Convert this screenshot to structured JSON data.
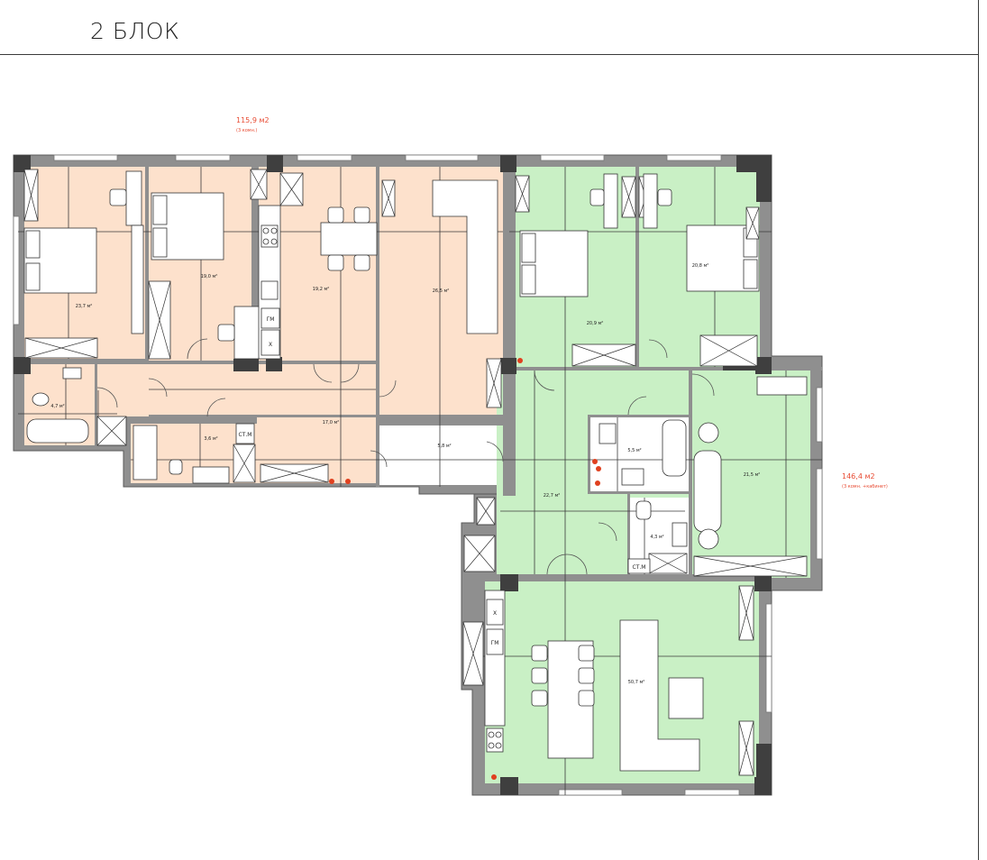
{
  "block_title": "2 БЛОК",
  "colors": {
    "apartment_a": "#fde1cc",
    "apartment_b": "#c9f0c5",
    "wall": "#8f8f8f",
    "column": "#3f3f3f",
    "area_label": "#e84b33",
    "dim_line": "#3a3a3a",
    "furniture": "#ffffff"
  },
  "apartments": [
    {
      "id": "a",
      "area": "115,9 м2",
      "note": "(3 комн.)"
    },
    {
      "id": "b",
      "area": "146,4 м2",
      "note": "(3 комн. +кабинет)"
    }
  ],
  "rooms": [
    {
      "id": "a-bed1",
      "area": "23,7 м²"
    },
    {
      "id": "a-bed2",
      "area": "19,0 м²"
    },
    {
      "id": "a-kitchen",
      "area": "19,2 м²"
    },
    {
      "id": "a-living",
      "area": "26,5 м²"
    },
    {
      "id": "a-bath1",
      "area": "4,7 м²"
    },
    {
      "id": "a-bath2",
      "area": "3,6 м²"
    },
    {
      "id": "a-hall",
      "area": "17,0 м²"
    },
    {
      "id": "lobby",
      "area": "5,8 м²"
    },
    {
      "id": "b-bed1",
      "area": "20,9 м²"
    },
    {
      "id": "b-bed2",
      "area": "20,8 м²"
    },
    {
      "id": "b-hall",
      "area": "22,7 м²"
    },
    {
      "id": "b-bath1",
      "area": "5,5 м²"
    },
    {
      "id": "b-wc",
      "area": "4,3 м²"
    },
    {
      "id": "b-master",
      "area": "21,5 м²"
    },
    {
      "id": "b-living",
      "area": "50,7 м²"
    }
  ],
  "labels": {
    "fridge": "ГМ",
    "oven": "Х",
    "washer": "СТ.М"
  }
}
